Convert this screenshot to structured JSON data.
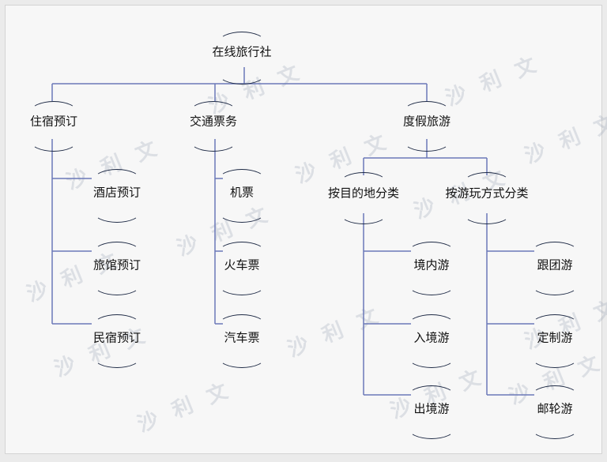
{
  "nodes": {
    "root": "在线旅行社",
    "lodging": "住宿预订",
    "transport": "交通票务",
    "vacation": "度假旅游",
    "hotel": "酒店预订",
    "inn": "旅馆预订",
    "homestay": "民宿预订",
    "flight": "机票",
    "train": "火车票",
    "bus": "汽车票",
    "by_destination": "按目的地分类",
    "by_style": "按游玩方式分类",
    "domestic": "境内游",
    "inbound": "入境游",
    "outbound": "出境游",
    "group": "跟团游",
    "custom": "定制游",
    "cruise": "邮轮游"
  },
  "watermark": "沙 利 文",
  "colors": {
    "line": "#6b79b8",
    "arc": "#1e2a45",
    "background": "#f7f7f7"
  }
}
